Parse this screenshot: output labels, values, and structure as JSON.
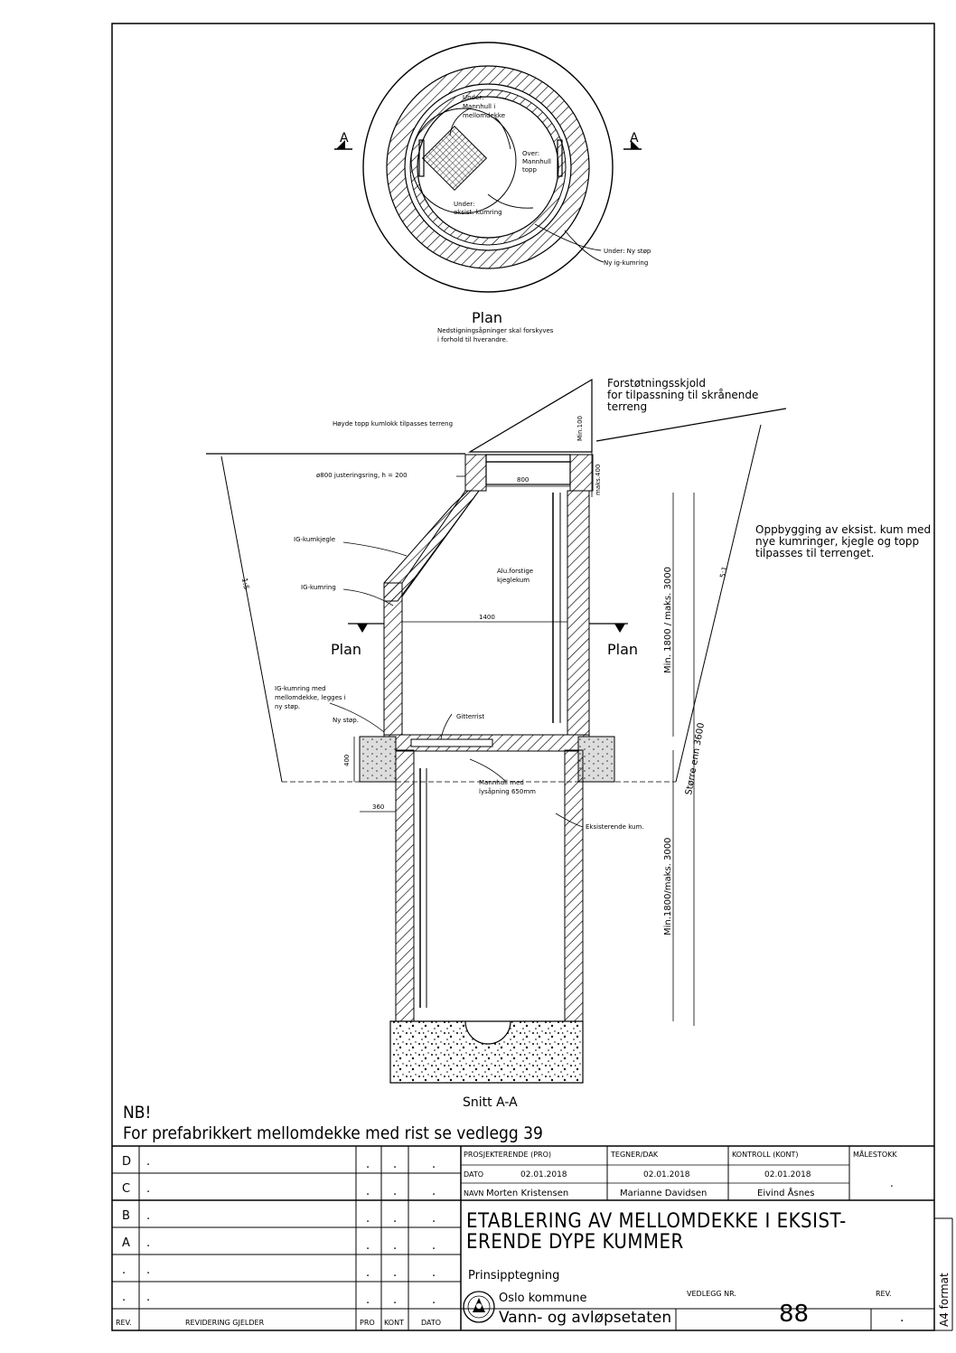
{
  "plan": {
    "title": "Plan",
    "note_line1": "Nedstigningsåpninger skal forskyves",
    "note_line2": "i forhold til hverandre.",
    "section_left": "A",
    "section_right": "A",
    "label_under_mannhull_1": "Under:",
    "label_under_mannhull_2": "Mannhull i",
    "label_under_mannhull_3": "mellomdekke",
    "label_over_1": "Over:",
    "label_over_2": "Mannhull",
    "label_over_3": "topp",
    "label_under_ring_1": "Under:",
    "label_under_ring_2": "eksist. kumring",
    "label_ny_stop": "Under: Ny støp",
    "label_ny_ig": "Ny ig-kumring"
  },
  "section": {
    "title": "Snitt A-A",
    "forstotning_1": "Forstøtningsskjold",
    "forstotning_2": "for tilpassning til skrånende",
    "forstotning_3": "terreng",
    "hoyde": "Høyde topp kumlokk tilpasses terreng",
    "justeringsring": "ø800 justeringsring, h = 200",
    "ig_kumkjegle": "IG-kumkjegle",
    "ig_kumring": "IG-kumring",
    "ig_mellom_1": "IG-kumring med",
    "ig_mellom_2": "mellomdekke, legges i",
    "ig_mellom_3": "ny støp.",
    "ny_stop": "Ny støp.",
    "alu_1": "Alu.forstige",
    "alu_2": "kjeglekum",
    "gitterrist": "Gitterrist",
    "mannhull_1": "Mannhull med",
    "mannhull_2": "lysåpning 650mm",
    "eksisterende": "Eksisterende kum.",
    "plan_left": "Plan",
    "plan_right": "Plan",
    "dim_800": "800",
    "dim_1400": "1400",
    "dim_400": "400",
    "dim_360": "360",
    "dim_min100": "Min.100",
    "dim_maks400": "maks.400",
    "dim_upper": "Min. 1800 / maks. 3000",
    "dim_lower": "Min.1800/maks. 3000",
    "dim_total": "Større enn 3600",
    "slope_left": "1:5",
    "slope_right": "5:1",
    "oppbygging_1": "Oppbygging av eksist. kum med",
    "oppbygging_2": "nye kumringer, kjegle og topp",
    "oppbygging_3": "tilpasses til terrenget."
  },
  "nb": {
    "line1": "NB!",
    "line2": "For prefabrikkert mellomdekke med rist se vedlegg 39"
  },
  "revisions": [
    {
      "rev": "D",
      "text": ".",
      "pro": ".",
      "kont": ".",
      "dato": "."
    },
    {
      "rev": "C",
      "text": ".",
      "pro": ".",
      "kont": ".",
      "dato": "."
    },
    {
      "rev": "B",
      "text": ".",
      "pro": ".",
      "kont": ".",
      "dato": "."
    },
    {
      "rev": "A",
      "text": ".",
      "pro": ".",
      "kont": ".",
      "dato": "."
    },
    {
      "rev": ".",
      "text": ".",
      "pro": ".",
      "kont": ".",
      "dato": "."
    },
    {
      "rev": ".",
      "text": ".",
      "pro": ".",
      "kont": ".",
      "dato": "."
    }
  ],
  "rev_header": {
    "rev": "REV.",
    "text": "REVIDERING GJELDER",
    "pro": "PRO",
    "kont": "KONT",
    "dato": "DATO"
  },
  "titleblock": {
    "proj_label": "PROSJEKTERENDE (PRO)",
    "tegner_label": "TEGNER/DAK",
    "kontroll_label": "KONTROLL (KONT)",
    "malestokk_label": "MÅLESTOKK",
    "malestokk_value": ".",
    "dato_label": "DATO",
    "navn_label": "NAVN",
    "pro_dato": "02.01.2018",
    "pro_navn": "Morten Kristensen",
    "dak_dato": "02.01.2018",
    "dak_navn": "Marianne Davidsen",
    "kont_dato": "02.01.2018",
    "kont_navn": "Eivind Åsnes",
    "title_line1": "ETABLERING AV MELLOMDEKKE I EKSIST-",
    "title_line2": "ERENDE DYPE KUMMER",
    "subtitle": "Prinsipptegning",
    "org_1": "Oslo kommune",
    "org_2": "Vann- og avløpsetaten",
    "vedlegg_label": "VEDLEGG NR.",
    "vedlegg_value": "88",
    "rev_label": "REV.",
    "rev_value": ".",
    "format": "A4 format"
  }
}
